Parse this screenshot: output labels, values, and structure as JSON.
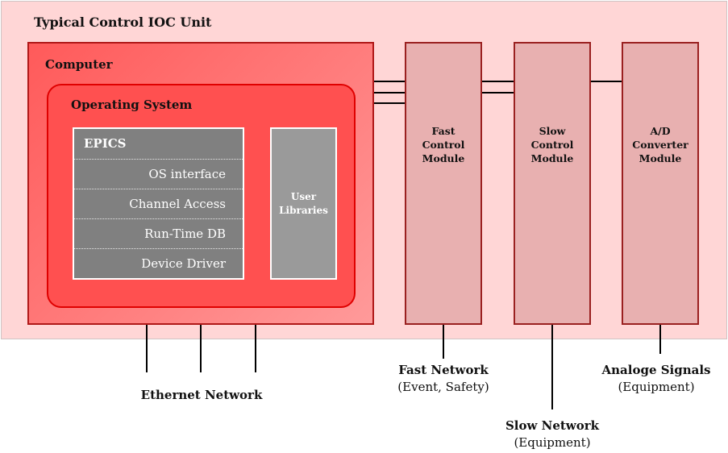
{
  "ioc": {
    "title": "Typical Control IOC Unit"
  },
  "computer": {
    "title": "Computer"
  },
  "os": {
    "title": "Operating System"
  },
  "epics": {
    "title": "EPICS",
    "layers": [
      "OS interface",
      "Channel Access",
      "Run-Time DB",
      "Device Driver"
    ]
  },
  "user_libraries": {
    "label": "User\nLibraries"
  },
  "modules": [
    {
      "label": "Fast\nControl\nModule"
    },
    {
      "label": "Slow\nControl\nModule"
    },
    {
      "label": "A/D\nConverter\nModule"
    }
  ],
  "networks": {
    "ethernet": {
      "title": "Ethernet Network"
    },
    "fast": {
      "title": "Fast Network",
      "sub": "(Event, Safety)"
    },
    "slow": {
      "title": "Slow Network",
      "sub": "(Equipment)"
    },
    "analog": {
      "title": "Analoge Signals",
      "sub": "(Equipment)"
    }
  },
  "colors": {
    "ioc_bg": "#ffd6d6",
    "computer_bg": "#ff7070",
    "os_bg": "#ff5050",
    "epics_bg": "#808080",
    "module_bg": "#e8b0b0"
  }
}
